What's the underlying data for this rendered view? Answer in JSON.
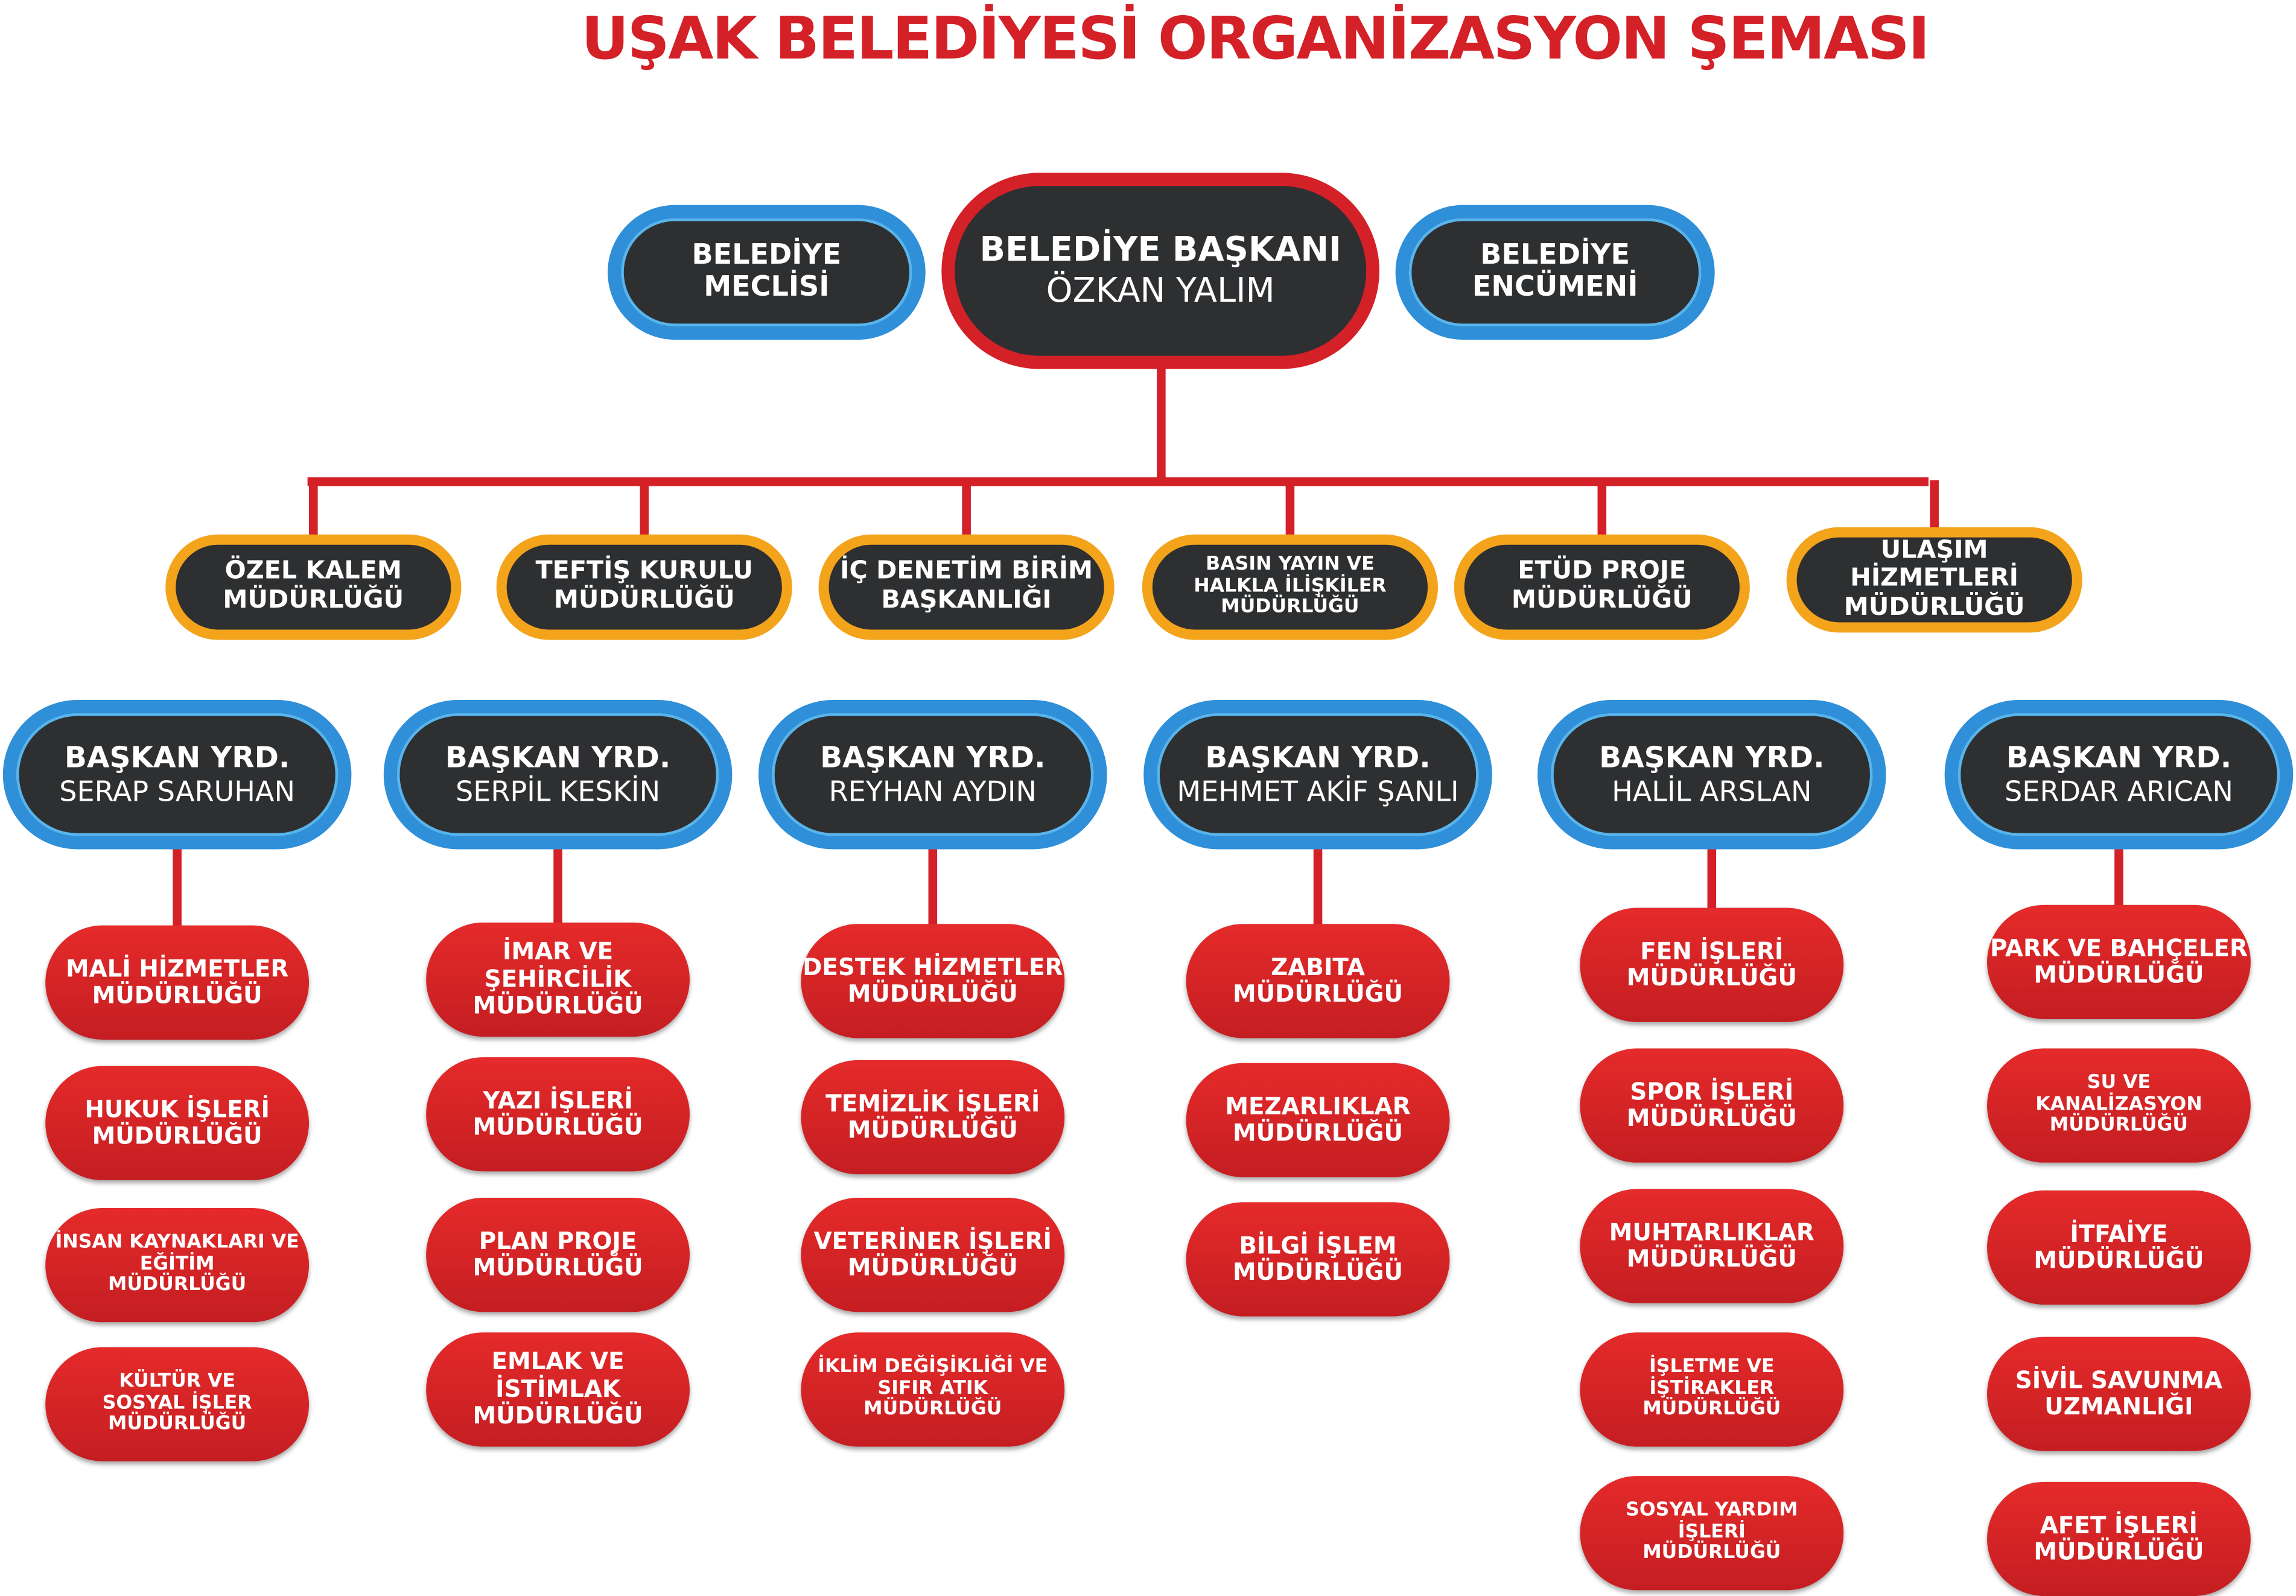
{
  "title": "UŞAK BELEDİYESİ ORGANİZASYON ŞEMASI",
  "top": {
    "meclis": "BELEDİYE\nMECLİSİ",
    "baskan": {
      "role": "BELEDİYE BAŞKANI",
      "name": "ÖZKAN YALIM"
    },
    "encumen": "BELEDİYE\nENCÜMENİ"
  },
  "staff_units": [
    "ÖZEL KALEM\nMÜDÜRLÜĞÜ",
    "TEFTİŞ KURULU\nMÜDÜRLÜĞÜ",
    "İÇ DENETİM BİRİM\nBAŞKANLIĞI",
    "BASIN YAYIN VE\nHALKLA İLİŞKİLER\nMÜDÜRLÜĞÜ",
    "ETÜD PROJE\nMÜDÜRLÜĞÜ",
    "ULAŞIM HİZMETLERİ\nMÜDÜRLÜĞÜ"
  ],
  "deputies": [
    {
      "role": "BAŞKAN YRD.",
      "name": "SERAP SARUHAN",
      "units": [
        "MALİ HİZMETLER\nMÜDÜRLÜĞÜ",
        "HUKUK İŞLERİ\nMÜDÜRLÜĞÜ",
        "İNSAN KAYNAKLARI VE\nEĞİTİM\nMÜDÜRLÜĞÜ",
        "KÜLTÜR VE\nSOSYAL İŞLER\nMÜDÜRLÜĞÜ"
      ]
    },
    {
      "role": "BAŞKAN YRD.",
      "name": "SERPİL KESKİN",
      "units": [
        "İMAR VE ŞEHİRCİLİK\nMÜDÜRLÜĞÜ",
        "YAZI İŞLERİ\nMÜDÜRLÜĞÜ",
        "PLAN PROJE\nMÜDÜRLÜĞÜ",
        "EMLAK VE İSTİMLAK\nMÜDÜRLÜĞÜ"
      ]
    },
    {
      "role": "BAŞKAN YRD.",
      "name": "REYHAN AYDIN",
      "units": [
        "DESTEK HİZMETLER\nMÜDÜRLÜĞÜ",
        "TEMİZLİK İŞLERİ\nMÜDÜRLÜĞÜ",
        "VETERİNER İŞLERİ\nMÜDÜRLÜĞÜ",
        "İKLİM DEĞİŞİKLİĞİ VE\nSIFIR ATIK\nMÜDÜRLÜĞÜ"
      ]
    },
    {
      "role": "BAŞKAN YRD.",
      "name": "MEHMET AKİF ŞANLI",
      "units": [
        "ZABITA\nMÜDÜRLÜĞÜ",
        "MEZARLIKLAR\nMÜDÜRLÜĞÜ",
        "BİLGİ İŞLEM\nMÜDÜRLÜĞÜ"
      ]
    },
    {
      "role": "BAŞKAN YRD.",
      "name": "HALİL ARSLAN",
      "units": [
        "FEN İŞLERİ\nMÜDÜRLÜĞÜ",
        "SPOR İŞLERİ\nMÜDÜRLÜĞÜ",
        "MUHTARLIKLAR\nMÜDÜRLÜĞÜ",
        "İŞLETME VE\nİŞTİRAKLER\nMÜDÜRLÜĞÜ",
        "SOSYAL YARDIM\nİŞLERİ\nMÜDÜRLÜĞÜ"
      ]
    },
    {
      "role": "BAŞKAN YRD.",
      "name": "SERDAR ARICAN",
      "units": [
        "PARK VE BAHÇELER\nMÜDÜRLÜĞÜ",
        "SU VE\nKANALİZASYON\nMÜDÜRLÜĞÜ",
        "İTFAİYE\nMÜDÜRLÜĞÜ",
        "SİVİL SAVUNMA\nUZMANLIĞI",
        "AFET  İŞLERİ\nMÜDÜRLÜĞÜ"
      ]
    }
  ]
}
